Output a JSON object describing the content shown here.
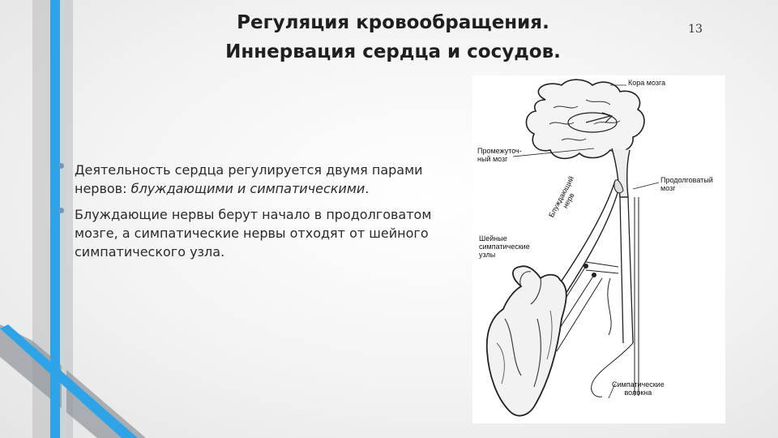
{
  "slide": {
    "number": "13",
    "title": {
      "line1": "Регуляция кровообращения.",
      "line2": "Иннервация сердца и сосудов."
    },
    "bullets": [
      {
        "text_before": "Деятельность сердца регулируется двумя парами нервов: ",
        "emphasis": "блуждающими и симпатическими",
        "text_after": "."
      },
      {
        "text": "Блуждающие нервы берут начало в продолговатом мозге, а симпатические нервы отходят от шейного симпатического узла."
      }
    ]
  },
  "figure": {
    "labels": {
      "cortex": "Кора мозга",
      "diencephalon": "Промежуточ-\nный мозг",
      "medulla": "Продолговатый\nмозг",
      "vagus": "Блуждающий\nнерв",
      "cervical_nodes": "Шейные\nсимпатические\nузлы",
      "sympathetic_fibers": "Симпатические\nволокна"
    }
  },
  "colors": {
    "accent_blue": "#2ea3e6",
    "accent_gray": "#9aa0a6",
    "bullet": "#6d9ab8"
  }
}
